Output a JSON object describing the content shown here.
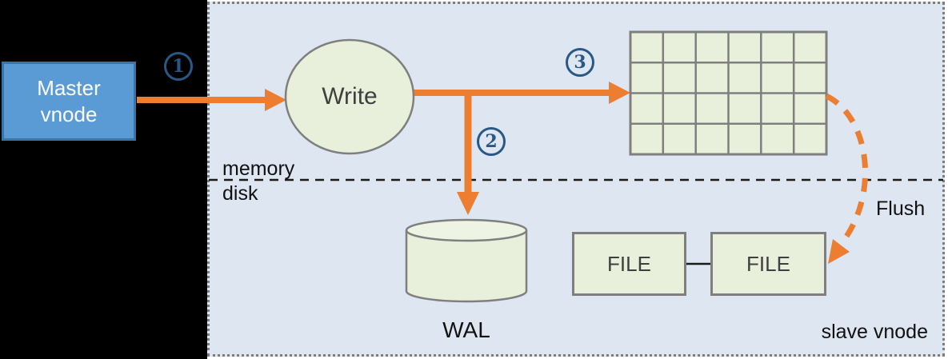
{
  "colors": {
    "background_black": "#000000",
    "panel_blue_bg": "#dde6f1",
    "panel_dotted_border": "#7d7d7d",
    "accent_orange": "#ed7d31",
    "node_green_fill": "#e8f0dc",
    "node_gray_stroke": "#7f7f7f",
    "master_blue_fill": "#5b9bd5",
    "master_blue_border": "#3a75a5",
    "step_badge_blue": "#2a5884"
  },
  "master_node": {
    "line1": "Master",
    "line2": "vnode"
  },
  "steps": [
    {
      "label": "1"
    },
    {
      "label": "2"
    },
    {
      "label": "3"
    }
  ],
  "write_node": {
    "label": "Write"
  },
  "divider": {
    "above_label": "memory",
    "below_label": "disk"
  },
  "wal": {
    "label": "WAL"
  },
  "files": {
    "left_label": "FILE",
    "right_label": "FILE"
  },
  "flush": {
    "label": "Flush"
  },
  "panel": {
    "label": "slave vnode"
  }
}
